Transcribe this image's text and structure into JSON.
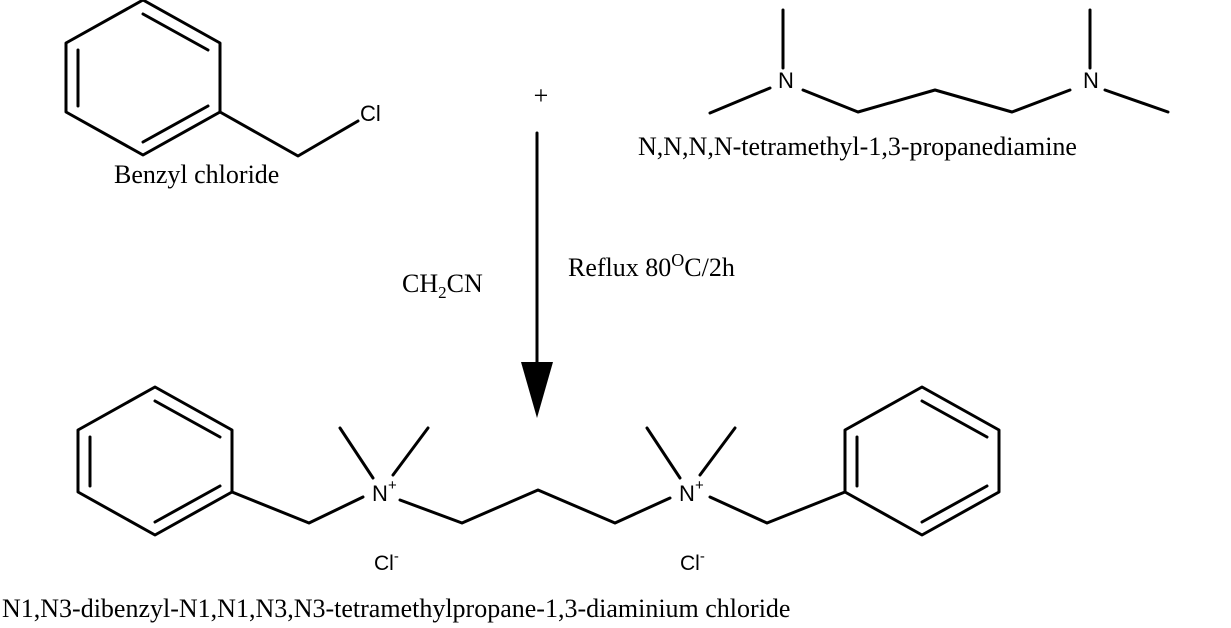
{
  "reactants": {
    "benzyl_chloride": {
      "label": "Benzyl chloride",
      "atom_cl": "Cl"
    },
    "plus_sign": "+",
    "diamine": {
      "label": "N,N,N,N-tetramethyl-1,3-propanediamine",
      "atom_n": "N"
    }
  },
  "conditions": {
    "solvent": {
      "prefix": "CH",
      "subscript": "2",
      "suffix": "CN"
    },
    "reflux": {
      "prefix": "Reflux 80",
      "superscript": "O",
      "suffix": "C/2h"
    }
  },
  "product": {
    "label": "N1,N3-dibenzyl-N1,N1,N3,N3-tetramethylpropane-1,3-diaminium chloride",
    "atom_n": "N",
    "charge_plus": "+",
    "atom_cl": "Cl",
    "charge_minus": "-"
  },
  "colors": {
    "ink": "#000000",
    "background": "#ffffff"
  }
}
